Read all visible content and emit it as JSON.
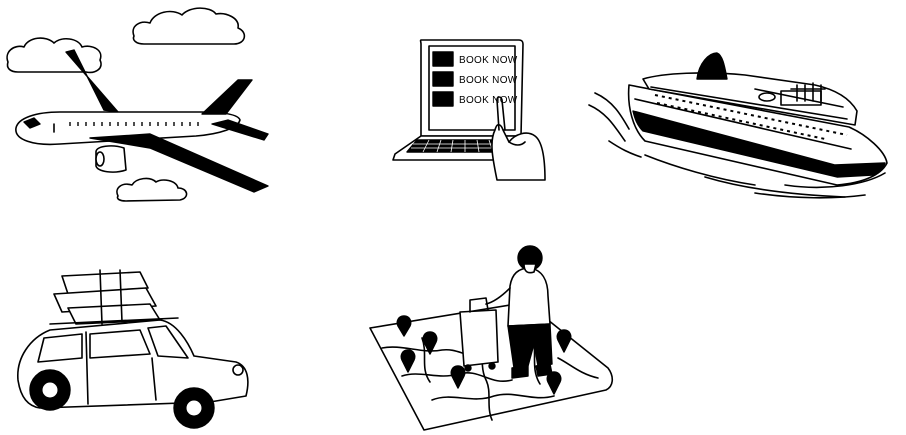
{
  "illustrations": {
    "laptop": {
      "buttons": [
        "BOOK NOW",
        "BOOK NOW",
        "BOOK NOW"
      ]
    }
  }
}
